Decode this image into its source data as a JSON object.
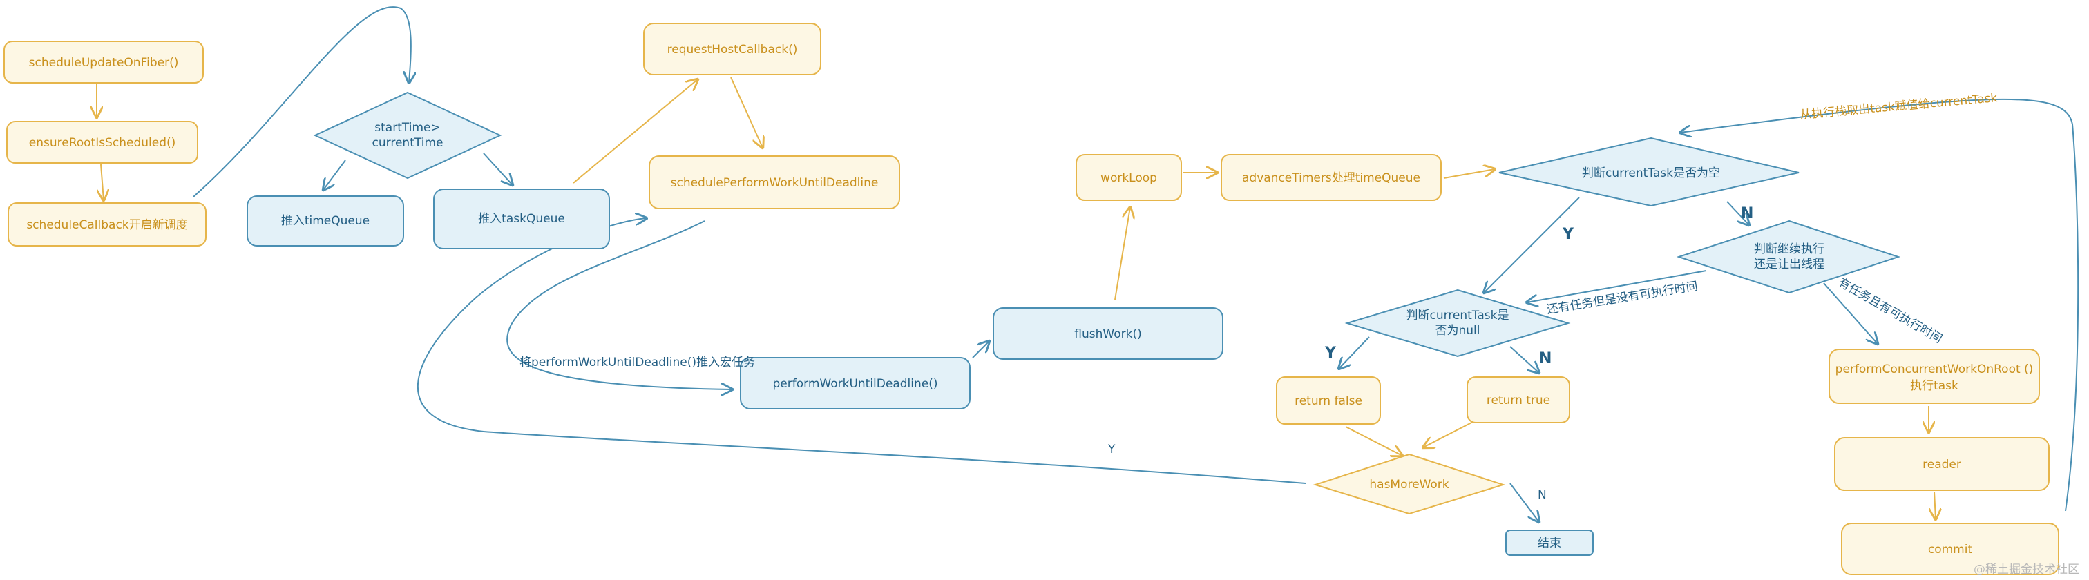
{
  "nodes": {
    "scheduleUpdateOnFiber": "scheduleUpdateOnFiber()",
    "ensureRootIsScheduled": "ensureRootIsScheduled()",
    "scheduleCallback": "scheduleCallback开启新调度",
    "decision_time_line1": "startTime>",
    "decision_time_line2": "currentTime",
    "push_timeQueue": "推入timeQueue",
    "push_taskQueue": "推入taskQueue",
    "requestHostCallback": "requestHostCallback()",
    "schedulePerformWorkUntilDeadline": "schedulePerformWorkUntilDeadline",
    "performWorkUntilDeadline": "performWorkUntilDeadline()",
    "flushWork": "flushWork()",
    "workLoop": "workLoop",
    "advanceTimers": "advanceTimers处理timeQueue",
    "decision_currentTask_empty": "判断currentTask是否为空",
    "decision_continue_line1": "判断继续执行",
    "decision_continue_line2": "还是让出线程",
    "decision_null_line1": "判断currentTask是",
    "decision_null_line2": "否为null",
    "return_false": "return false",
    "return_true": "return true",
    "hasMoreWork": "hasMoreWork",
    "end": "结束",
    "performConcurrentWorkOnRoot_line1": "performConcurrentWorkOnRoot ()",
    "performConcurrentWorkOnRoot_line2": "执行task",
    "render": "reader",
    "commit": "commit"
  },
  "edge_labels": {
    "push_macro_task": "将performWorkUntilDeadline()推入宏任务",
    "take_from_stack": "从执行栈取出task赋值给currentTask",
    "tasks_no_time": "还有任务但是没有可执行时间",
    "tasks_has_time": "有任务且有可执行时间",
    "y_empty": "Y",
    "n_empty": "N",
    "y_null": "Y",
    "n_null": "N",
    "y_more": "Y",
    "n_more": "N"
  },
  "watermark": "@稀土掘金技术社区",
  "colors": {
    "yellow_fill": "#fdf7e4",
    "yellow_stroke": "#e6b54a",
    "blue_fill": "#e3f1f8",
    "blue_stroke": "#4a8fb3"
  }
}
